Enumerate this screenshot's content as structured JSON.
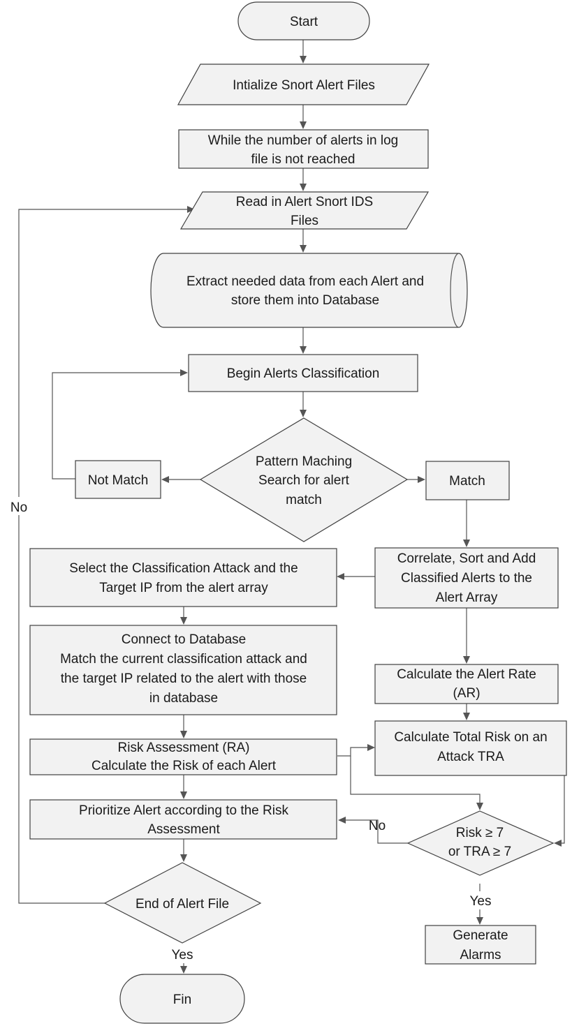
{
  "nodes": {
    "start": "Start",
    "init": "Intialize Snort Alert Files",
    "while_1": "While the number of alerts in log",
    "while_2": "file is not reached",
    "read_1": "Read in Alert Snort IDS",
    "read_2": "Files",
    "extract_1": "Extract needed data from each Alert and",
    "extract_2": "store them into Database",
    "begin": "Begin Alerts Classification",
    "pattern_1": "Pattern Maching",
    "pattern_2": "Search for alert",
    "pattern_3": "match",
    "not_match": "Not Match",
    "match": "Match",
    "correlate_1": "Correlate, Sort and Add",
    "correlate_2": "Classified Alerts to the",
    "correlate_3": "Alert Array",
    "select_1": "Select the Classification Attack and the",
    "select_2": "Target IP from the alert array",
    "connect_1": "Connect to Database",
    "connect_2": "Match the current classification attack and",
    "connect_3": "the target IP related to the alert with those",
    "connect_4": "in database",
    "calc_ar_1": "Calculate the Alert Rate",
    "calc_ar_2": "(AR)",
    "risk_1": "Risk Assessment (RA)",
    "risk_2": "Calculate the Risk of each Alert",
    "tra_1": "Calculate Total Risk on an",
    "tra_2": "Attack TRA",
    "prior_1": "Prioritize Alert according to the Risk",
    "prior_2": "Assessment",
    "threshold_1": "Risk ≥ 7",
    "threshold_2": "or TRA ≥ 7",
    "generate_1": "Generate",
    "generate_2": "Alarms",
    "end_file": "End of Alert File",
    "fin": "Fin"
  },
  "edge_labels": {
    "loop_no": "No",
    "threshold_no": "No",
    "threshold_yes": "Yes",
    "end_yes": "Yes"
  },
  "colors": {
    "fill": "#f2f2f2",
    "stroke": "#404040",
    "line": "#555555"
  }
}
